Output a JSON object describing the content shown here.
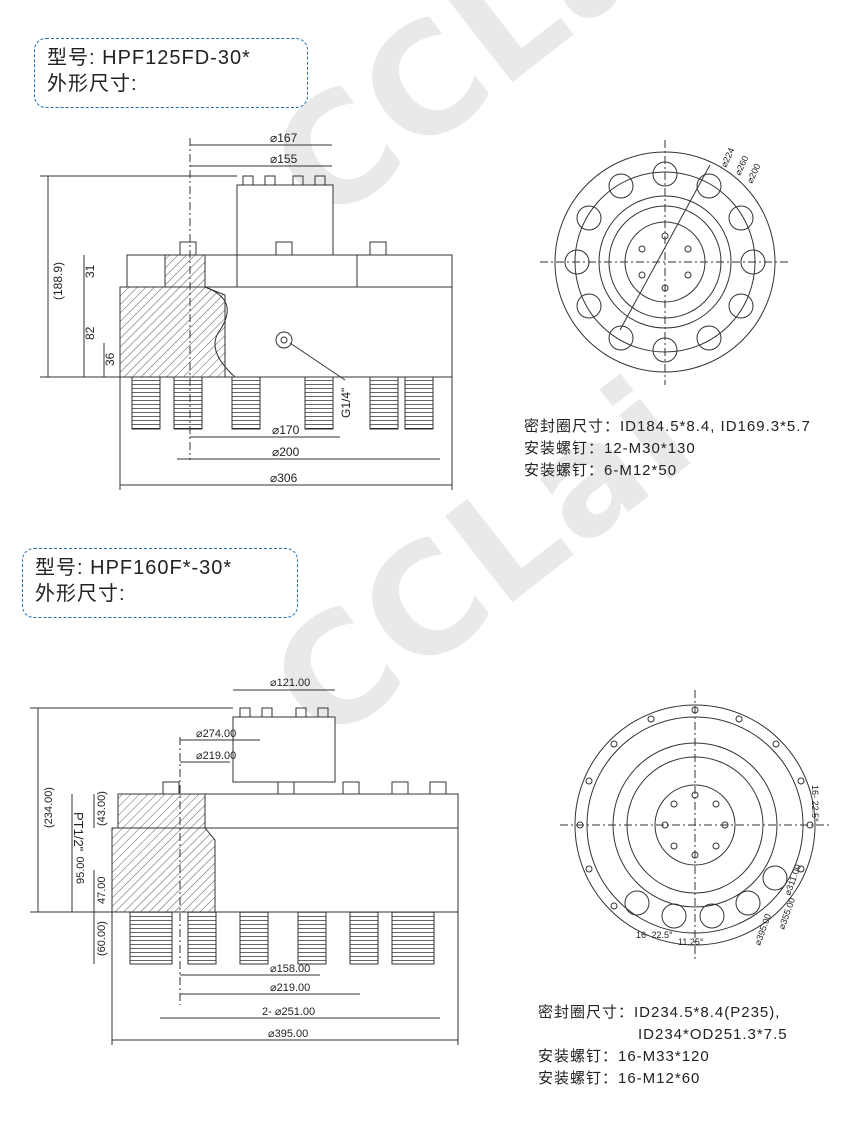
{
  "watermark": "CCLai",
  "section1": {
    "model_label": "型号:",
    "model": "HPF125FD-30*",
    "dimension_title": "外形尺寸:",
    "dims": {
      "d167": "⌀167",
      "d155": "⌀155",
      "h188_9": "(188.9)",
      "h31": "31",
      "h82": "82",
      "h36": "36",
      "port": "G1/4\"",
      "d170": "⌀170",
      "d200": "⌀200",
      "d306": "⌀306"
    },
    "circle_dims": {
      "d224": "⌀224",
      "d260": "⌀260",
      "d200": "⌀200"
    },
    "specs": [
      "密封圈尺寸：ID184.5*8.4, ID169.3*5.7",
      "安装螺钉：12-M30*130",
      "安装螺钉：6-M12*50"
    ]
  },
  "section2": {
    "model_label": "型号:",
    "model": "HPF160F*-30*",
    "dimension_title": "外形尺寸:",
    "dims": {
      "d121": "⌀121.00",
      "d274": "⌀274.00",
      "d219a": "⌀219.00",
      "h234": "(234.00)",
      "h43": "(43.00)",
      "h95": "95.00",
      "h47": "47.00",
      "h60": "(60.00)",
      "port": "PT1/2\"",
      "d158": "⌀158.00",
      "d219b": "⌀219.00",
      "d251": "2- ⌀251.00",
      "d395": "⌀395.00"
    },
    "circle_dims": {
      "a1": "16- 22.5°",
      "a2": "11.25°",
      "a3": "16- 22.5°",
      "d311": "⌀311.00",
      "d355": "⌀355.00",
      "d395": "⌀395.00"
    },
    "specs": [
      "密封圈尺寸：ID234.5*8.4(P235),",
      "ID234*OD251.3*7.5",
      "安装螺钉：16-M33*120",
      "安装螺钉：16-M12*60"
    ]
  }
}
